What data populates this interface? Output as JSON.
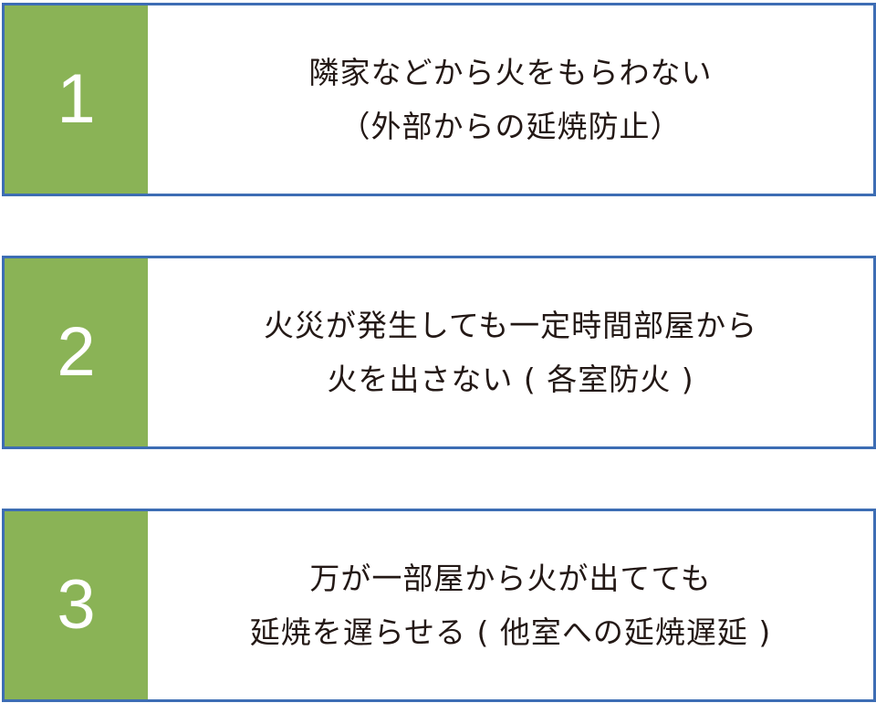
{
  "colors": {
    "border": "#3d6db4",
    "number_bg": "#8ab356",
    "number_text": "#ffffff",
    "body_text": "#231815"
  },
  "items": [
    {
      "number": "1",
      "lines": [
        "隣家などから火をもらわない",
        "（外部からの延焼防止）"
      ]
    },
    {
      "number": "2",
      "lines": [
        "火災が発生しても一定時間部屋から",
        "火を出さない ( 各室防火 )"
      ]
    },
    {
      "number": "3",
      "lines": [
        "万が一部屋から火が出てても",
        "延焼を遅らせる ( 他室への延焼遅延 )"
      ]
    }
  ]
}
